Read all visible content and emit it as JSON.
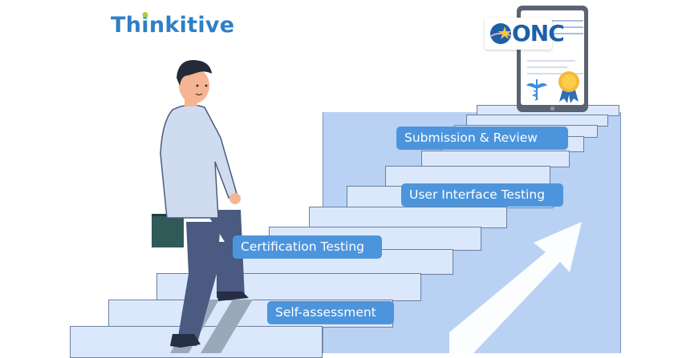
{
  "brand": {
    "logo_text_pre": "Th",
    "logo_text_i": "i",
    "logo_text_post": "nkitive",
    "logo_color": "#2f7fc6",
    "dot_color": "#a6cf3a"
  },
  "certificate": {
    "badge_text": "ONC",
    "badge_color": "#1e5fa8",
    "icons": [
      "caduceus-icon",
      "award-ribbon-icon"
    ]
  },
  "steps": [
    {
      "label": "Self-assessment"
    },
    {
      "label": "Certification Testing"
    },
    {
      "label": "User Interface Testing"
    },
    {
      "label": "Submission & Review"
    }
  ],
  "colors": {
    "label_bg": "#4c95dd",
    "step_fill": "#dbe8fb",
    "wall": "#b9d1f2",
    "arrow": "#ffffff"
  }
}
